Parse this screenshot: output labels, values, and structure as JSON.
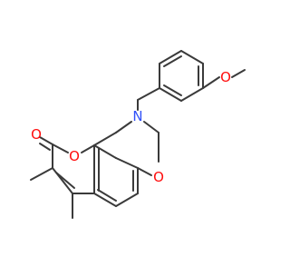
{
  "molecule": {
    "atom_labels": {
      "carbonyl_oxygen": "O",
      "lactone_oxygen": "O",
      "oxazine_oxygen": "O",
      "amine_nitrogen": "N",
      "methoxy_oxygen": "O"
    },
    "colors": {
      "bond": "#3a3a3a",
      "oxygen": "#ff0d0d",
      "nitrogen": "#3050f8",
      "background": "#ffffff"
    }
  }
}
